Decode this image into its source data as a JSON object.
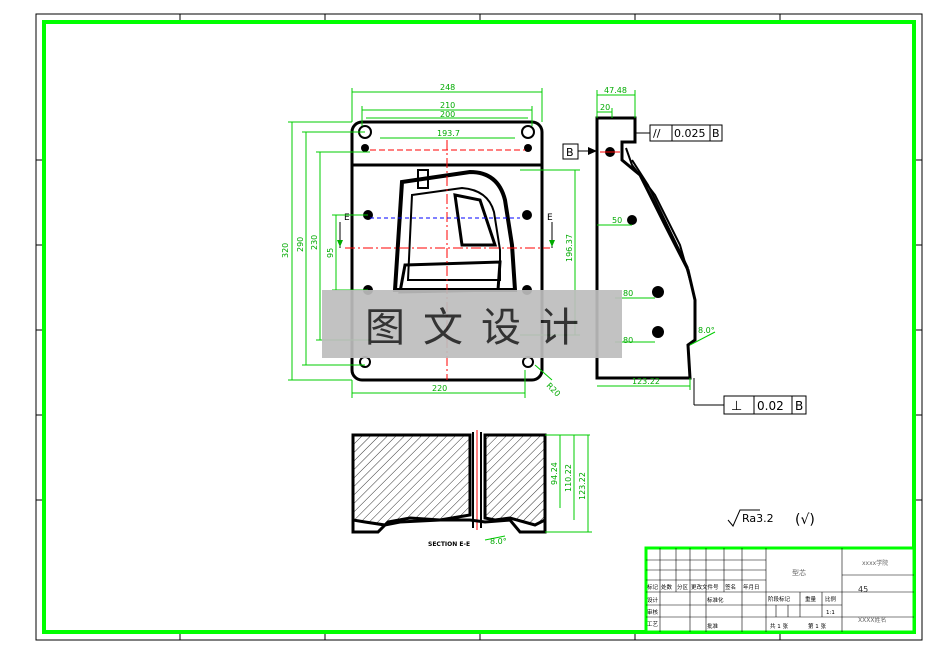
{
  "colors": {
    "frame": "#00ff00",
    "dim": "#00cc00",
    "line": "#000000",
    "center": "#ff0000",
    "feature": "#0000ff"
  },
  "front_view": {
    "dims": {
      "overall_width": "248",
      "width_210": "210",
      "width_200": "200",
      "width_193": "193.7",
      "bottom_width": "220",
      "height_320": "320",
      "height_290": "290",
      "height_230": "230",
      "height_95": "95",
      "height_196": "196.37",
      "radius": "R20"
    },
    "section_marker": "E",
    "section_label": "B"
  },
  "side_view": {
    "dims": {
      "top": "47.48",
      "top_20": "20",
      "mid_50": "50",
      "hole_80a": "80",
      "hole_80b": "80",
      "angle": "8.0°",
      "bottom": "123.22"
    },
    "datum": "B",
    "parallelism": {
      "symbol": "//",
      "value": "0.025",
      "datum": "B"
    },
    "perpendicularity": {
      "symbol": "⊥",
      "value": "0.02",
      "datum": "B"
    }
  },
  "section_view": {
    "dims": {
      "d1": "94.24",
      "d2": "110.22",
      "d3": "123.22",
      "angle": "8.0°"
    },
    "label": "SECTION E-E"
  },
  "roughness": {
    "symbol": "√",
    "value": "Ra3.2",
    "note": "(√)"
  },
  "title_block": {
    "company": "xxxx学院",
    "drawing_name": "型芯",
    "number": "45",
    "scale": "1:1",
    "headers": [
      "标记",
      "处数",
      "分区",
      "更改文件号",
      "签名",
      "年月日"
    ],
    "row_labels": [
      "设计",
      "标准化",
      "审核",
      "工艺",
      "批准"
    ],
    "col_labels": [
      "阶段标记",
      "重量",
      "比例"
    ],
    "sheet": [
      "共 1 张",
      "第 1 张"
    ],
    "designer": "XXXX姓名"
  },
  "watermark": "图文设计"
}
